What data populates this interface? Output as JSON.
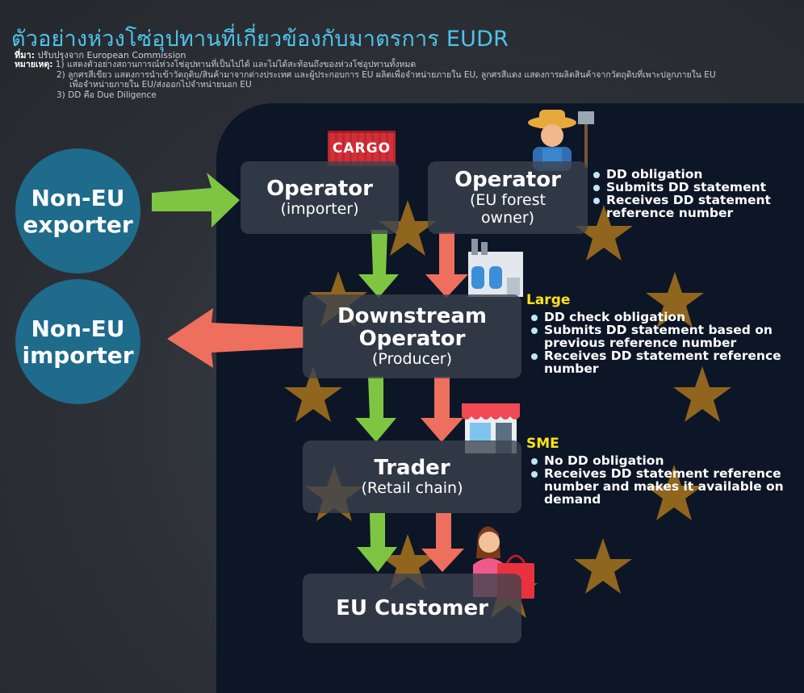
{
  "title": "ตัวอย่างห่วงโซ่อุปทานที่เกี่ยวข้องกับมาตรการ EUDR",
  "source": {
    "label": "ที่มา:",
    "text": "ปรับปรุงจาก European Commission"
  },
  "notes": {
    "label": "หมายเหตุ:",
    "n1": "1) แสดงตัวอย่างสถานการณ์ห่วงโซ่อุปทานที่เป็นไปได้ และไม่ได้สะท้อนถึงของห่วงโซ่อุปทานทั้งหมด",
    "n2a": "2) ลูกศรสีเขียว แสดงการนำเข้าวัตถุดิบ/สินค้ามาจากต่างประเทศ และผู้ประกอบการ EU ผลิตเพื่อจำหน่ายภายใน EU, ลูกศรสีแดง แสดงการผลิตสินค้าจากวัตถุดิบที่เพาะปลูกภายใน EU",
    "n2b": "เพื่อจำหน่ายภายใน EU/ส่งออกไปจำหน่ายนอก EU",
    "n3": "3) DD คือ Due Diligence"
  },
  "nodes": {
    "non_eu_exporter": "Non-EU exporter",
    "non_eu_importer": "Non-EU importer",
    "operator_importer": {
      "main": "Operator",
      "sub": "(importer)"
    },
    "operator_forest": {
      "main": "Operator",
      "sub1": "(EU forest",
      "sub2": "owner)"
    },
    "downstream": {
      "main1": "Downstream",
      "main2": "Operator",
      "sub": "(Producer)"
    },
    "trader": {
      "main": "Trader",
      "sub": "(Retail chain)"
    },
    "customer": {
      "main": "EU Customer"
    }
  },
  "cargo_label": "CARGO",
  "operator_bullets": [
    "DD obligation",
    "Submits DD statement",
    "Receives DD statement reference number"
  ],
  "large": {
    "tag": "Large",
    "bullets": [
      "DD check obligation",
      "Submits DD statement based on previous reference number",
      "Receives DD statement reference number"
    ]
  },
  "sme": {
    "tag": "SME",
    "bullets": [
      "No DD obligation",
      "Receives DD statement reference number and makes it available on demand"
    ]
  },
  "colors": {
    "green_arrow": "#7ec642",
    "red_arrow": "#ee6f5e",
    "circle": "#1e6b8c",
    "star": "#a8741e",
    "panel": "#0d1626",
    "title": "#4fc3e8",
    "tag": "#ffe21a"
  },
  "icons": [
    "cargo-container-icon",
    "farmer-icon",
    "factory-icon",
    "store-icon",
    "shopper-icon",
    "star-icon"
  ]
}
